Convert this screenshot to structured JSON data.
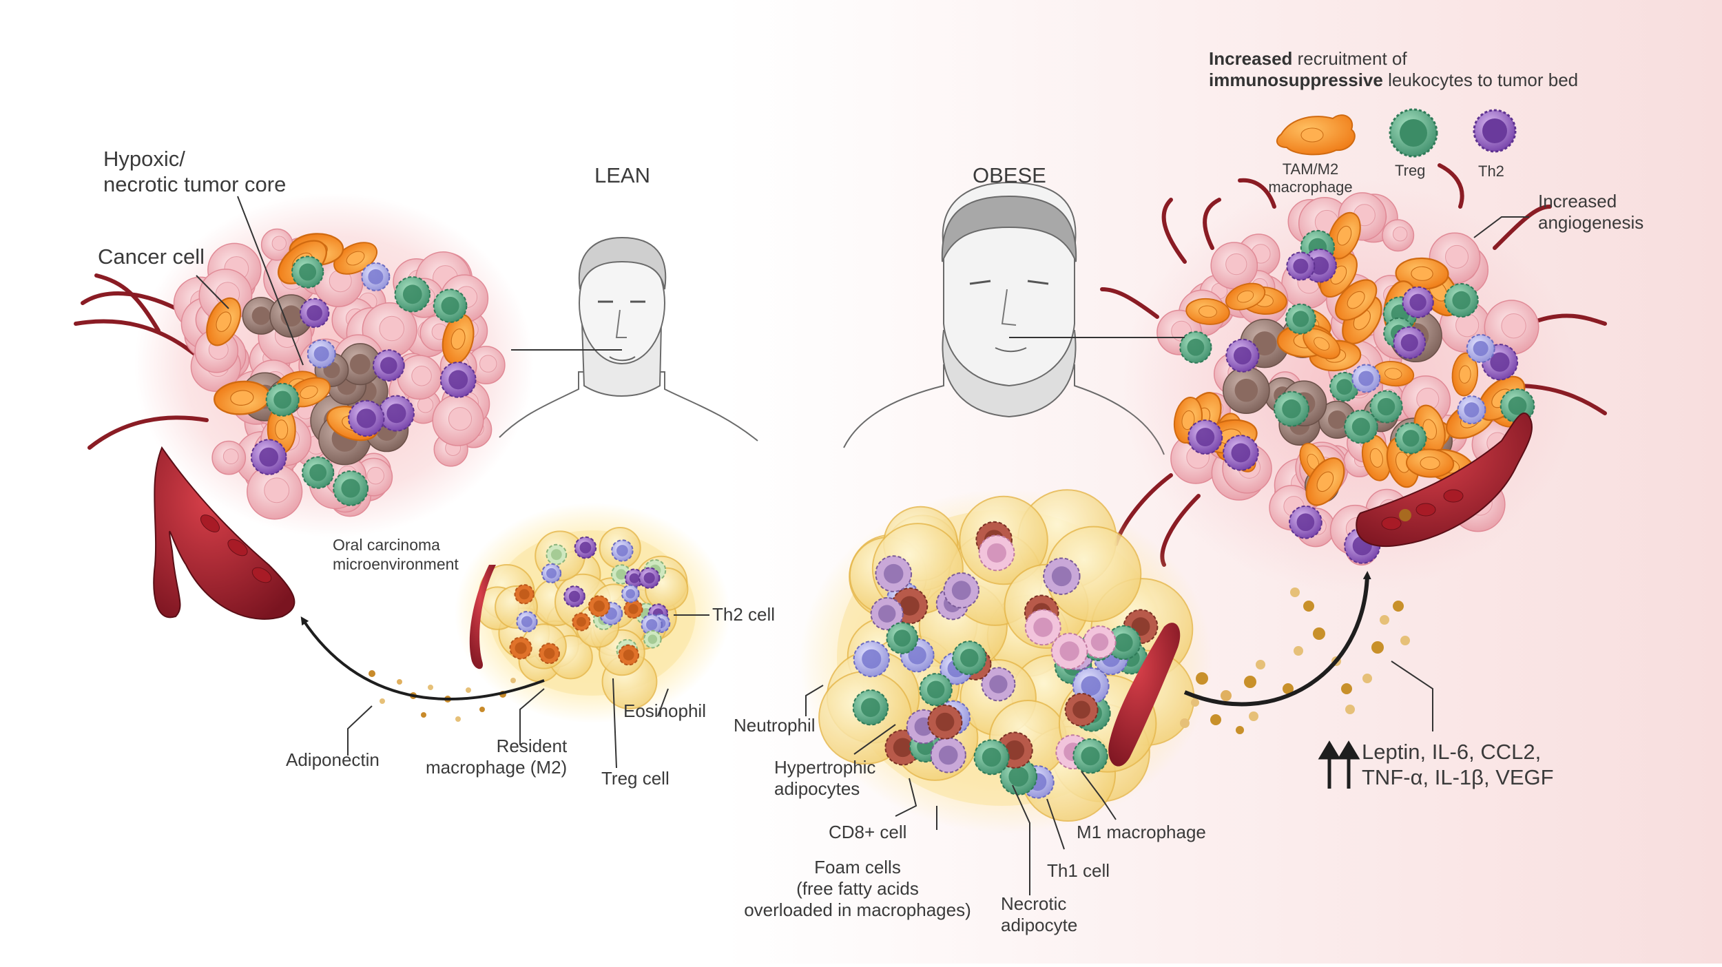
{
  "lean_title": "LEAN",
  "obese_title": "OBESE",
  "lean": {
    "hypoxic_line1": "Hypoxic/",
    "hypoxic_line2": "necrotic tumor core",
    "cancer_cell": "Cancer cell",
    "oral_line1": "Oral carcinoma",
    "oral_line2": "microenvironment",
    "th2_cell": "Th2 cell",
    "eosinophil": "Eosinophil",
    "adiponectin": "Adiponectin",
    "resident_line1": "Resident",
    "resident_line2": "macrophage (M2)",
    "treg_cell": "Treg cell"
  },
  "obese": {
    "header_bold1": "Increased",
    "header_rest1": " recruitment of",
    "header_bold2": "immunosuppressive",
    "header_rest2": " leukocytes to tumor bed",
    "legend_tam_line1": "TAM/M2",
    "legend_tam_line2": "macrophage",
    "legend_treg": "Treg",
    "legend_th2": "Th2",
    "angio_line1": "Increased",
    "angio_line2": "angiogenesis",
    "neutrophil": "Neutrophil",
    "hyper_line1": "Hypertrophic",
    "hyper_line2": "adipocytes",
    "cd8": "CD8+ cell",
    "foam_line1": "Foam cells",
    "foam_line2": "(free fatty acids",
    "foam_line3": "overloaded in macrophages)",
    "necrotic_line1": "Necrotic",
    "necrotic_line2": "adipocyte",
    "th1": "Th1 cell",
    "m1": "M1 macrophage",
    "cytokine_line1": "Leptin, IL-6, CCL2,",
    "cytokine_line2": "TNF-α, IL-1β, VEGF"
  },
  "colors": {
    "tam_orange": "#f58a2a",
    "treg_green": "#4a9e7a",
    "th2_purple": "#8a5cb8",
    "vessel_red": "#8a1c24",
    "cancer_pink": "#f0b0b8",
    "adipocyte_yellow": "#f7dc8a",
    "leader_line": "#333333"
  }
}
